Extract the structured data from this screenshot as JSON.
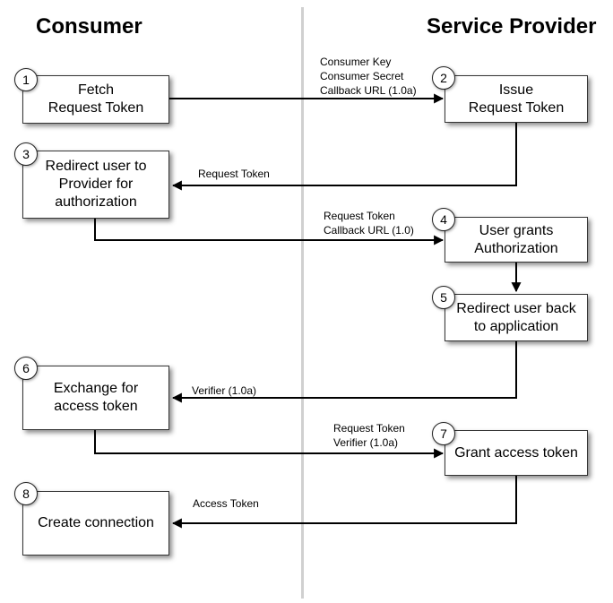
{
  "headings": {
    "consumer": "Consumer",
    "provider": "Service Provider"
  },
  "steps": [
    {
      "number": "1",
      "label": "Fetch\nRequest Token"
    },
    {
      "number": "2",
      "label": "Issue\nRequest Token"
    },
    {
      "number": "3",
      "label": "Redirect user to\nProvider for\nauthorization"
    },
    {
      "number": "4",
      "label": "User grants\nAuthorization"
    },
    {
      "number": "5",
      "label": "Redirect user back\nto application"
    },
    {
      "number": "6",
      "label": "Exchange for\naccess token"
    },
    {
      "number": "7",
      "label": "Grant access token"
    },
    {
      "number": "8",
      "label": "Create connection"
    }
  ],
  "messages": [
    "Consumer Key\nConsumer Secret\nCallback URL (1.0a)",
    "Request Token",
    "Request Token\nCallback URL (1.0)",
    "Verifier (1.0a)",
    "Request Token\nVerifier (1.0a)",
    "Access Token"
  ]
}
